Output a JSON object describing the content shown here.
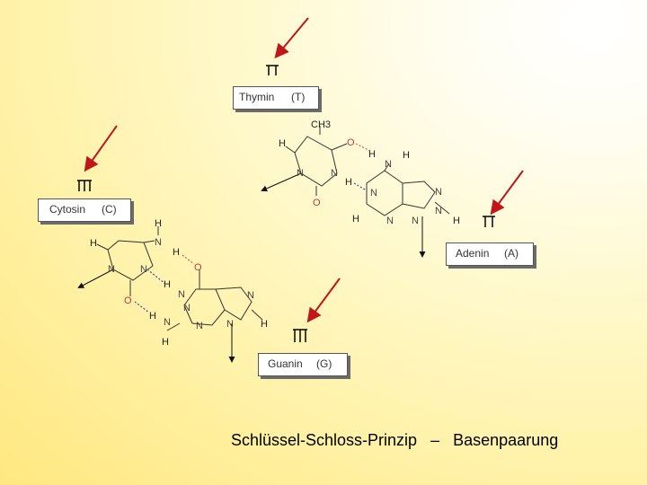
{
  "caption": {
    "left": "Schlüssel-Schloss-Prinzip",
    "dash": "–",
    "right": "Basenpaarung"
  },
  "labels": {
    "thymin": {
      "name": "Thymin",
      "code": "(T)"
    },
    "cytosin": {
      "name": "Cytosin",
      "code": "(C)"
    },
    "adenin": {
      "name": "Adenin",
      "code": "(A)"
    },
    "guanin": {
      "name": "Guanin",
      "code": "(G)"
    }
  },
  "atoms": {
    "ch3": "CH3",
    "h": "H",
    "n": "N",
    "o": "O"
  },
  "colors": {
    "arrow_red": "#c0161a",
    "hbond_red": "#d06060",
    "hbond_blue": "#3a4ab0",
    "oxygen": "#c23b3b"
  }
}
